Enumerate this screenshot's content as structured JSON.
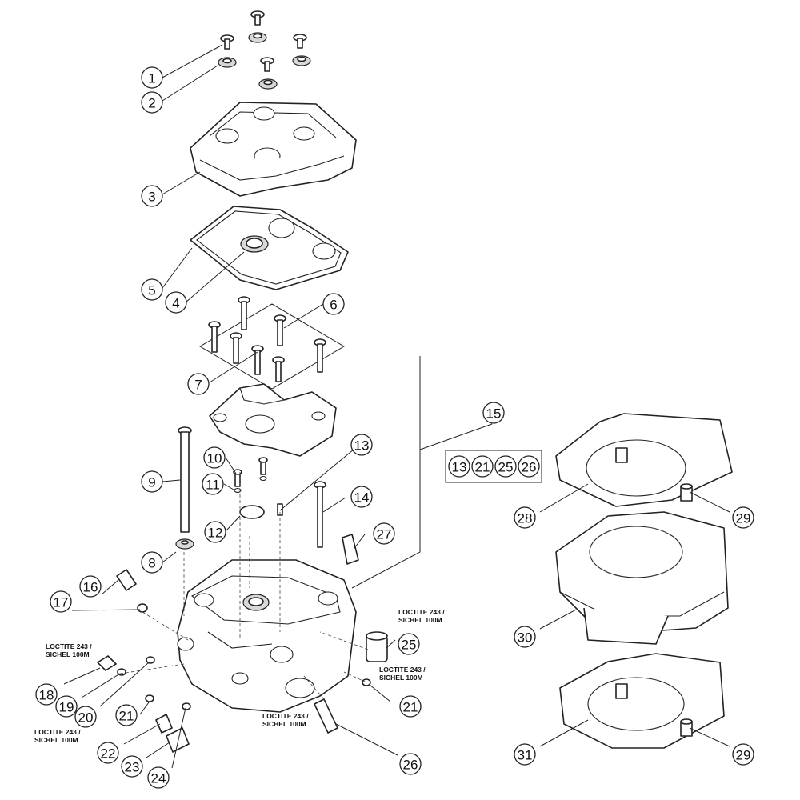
{
  "callouts": [
    "1",
    "2",
    "3",
    "4",
    "5",
    "6",
    "7",
    "8",
    "9",
    "10",
    "11",
    "12",
    "13",
    "14",
    "15",
    "16",
    "17",
    "18",
    "19",
    "20",
    "21",
    "22",
    "23",
    "24",
    "25",
    "26",
    "27",
    "28",
    "29",
    "30",
    "31"
  ],
  "kit_items": [
    "13",
    "21",
    "25",
    "26"
  ],
  "notes": {
    "loctite_line1": "LOCTITE 243 /",
    "loctite_line2": "SICHEL 100M"
  }
}
